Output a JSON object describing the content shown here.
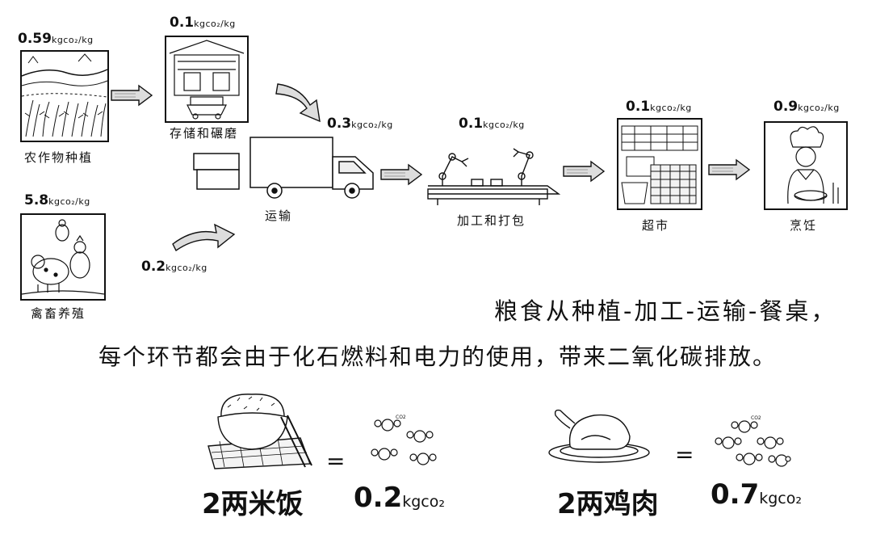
{
  "stages": {
    "farming": {
      "value": "0.59",
      "unit": "kgco₂/kg",
      "label": "农作物种植"
    },
    "livestock": {
      "value": "5.8",
      "unit": "kgco₂/kg",
      "label": "禽畜养殖"
    },
    "storage": {
      "value": "0.1",
      "unit": "kgco₂/kg",
      "label": "存储和碾磨"
    },
    "transport": {
      "value": "0.3",
      "unit": "kgco₂/kg",
      "label": "运输"
    },
    "transport2": {
      "value": "0.2",
      "unit": "kgco₂/kg"
    },
    "processing": {
      "value": "0.1",
      "unit": "kgco₂/kg",
      "label": "加工和打包"
    },
    "market": {
      "value": "0.1",
      "unit": "kgco₂/kg",
      "label": "超市"
    },
    "cooking": {
      "value": "0.9",
      "unit": "kgco₂/kg",
      "label": "烹饪"
    }
  },
  "caption": {
    "line1": "粮食从种植-加工-运输-餐桌，",
    "line2": "每个环节都会由于化石燃料和电力的使用，带来二氧化碳排放。"
  },
  "comparisons": [
    {
      "food": "2两米饭",
      "value": "0.2",
      "unit": "kgco₂",
      "equals": "=",
      "molecule": "CO2"
    },
    {
      "food": "2两鸡肉",
      "value": "0.7",
      "unit": "kgco₂",
      "equals": "=",
      "molecule": "CO2"
    }
  ],
  "colors": {
    "ink": "#111111",
    "paper": "#ffffff",
    "shade": "#e6e6e6"
  }
}
